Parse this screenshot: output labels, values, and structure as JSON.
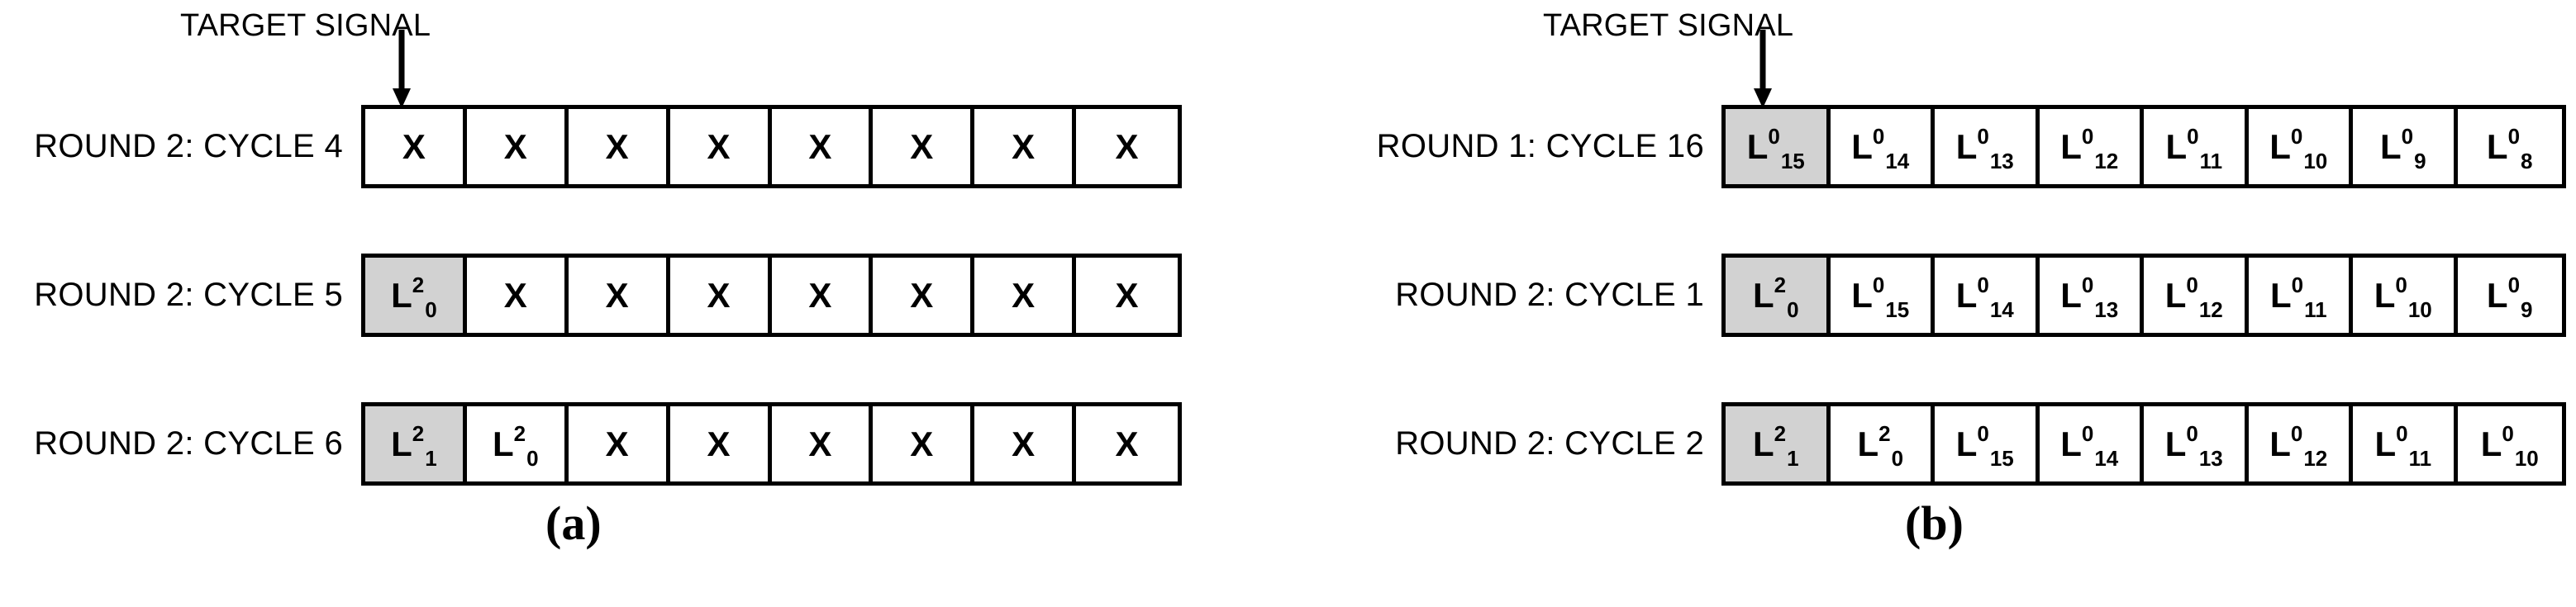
{
  "figure": {
    "panels": [
      {
        "id": "a",
        "caption": "(a)",
        "target_signal": {
          "label": "TARGET SIGNAL",
          "icon": "down-arrow-icon"
        },
        "rows": [
          {
            "label": "ROUND 2: CYCLE 4",
            "cells": [
              {
                "text": "X",
                "shaded": false
              },
              {
                "text": "X",
                "shaded": false
              },
              {
                "text": "X",
                "shaded": false
              },
              {
                "text": "X",
                "shaded": false
              },
              {
                "text": "X",
                "shaded": false
              },
              {
                "text": "X",
                "shaded": false
              },
              {
                "text": "X",
                "shaded": false
              },
              {
                "text": "X",
                "shaded": false
              }
            ]
          },
          {
            "label": "ROUND 2: CYCLE 5",
            "cells": [
              {
                "base": "L",
                "sup": "2",
                "sub": "0",
                "shaded": true
              },
              {
                "text": "X",
                "shaded": false
              },
              {
                "text": "X",
                "shaded": false
              },
              {
                "text": "X",
                "shaded": false
              },
              {
                "text": "X",
                "shaded": false
              },
              {
                "text": "X",
                "shaded": false
              },
              {
                "text": "X",
                "shaded": false
              },
              {
                "text": "X",
                "shaded": false
              }
            ]
          },
          {
            "label": "ROUND 2: CYCLE 6",
            "cells": [
              {
                "base": "L",
                "sup": "2",
                "sub": "1",
                "shaded": true
              },
              {
                "base": "L",
                "sup": "2",
                "sub": "0",
                "shaded": false
              },
              {
                "text": "X",
                "shaded": false
              },
              {
                "text": "X",
                "shaded": false
              },
              {
                "text": "X",
                "shaded": false
              },
              {
                "text": "X",
                "shaded": false
              },
              {
                "text": "X",
                "shaded": false
              },
              {
                "text": "X",
                "shaded": false
              }
            ]
          }
        ]
      },
      {
        "id": "b",
        "caption": "(b)",
        "target_signal": {
          "label": "TARGET SIGNAL",
          "icon": "down-arrow-icon"
        },
        "rows": [
          {
            "label": "ROUND 1: CYCLE 16",
            "cells": [
              {
                "base": "L",
                "sup": "0",
                "sub": "15",
                "shaded": true
              },
              {
                "base": "L",
                "sup": "0",
                "sub": "14",
                "shaded": false
              },
              {
                "base": "L",
                "sup": "0",
                "sub": "13",
                "shaded": false
              },
              {
                "base": "L",
                "sup": "0",
                "sub": "12",
                "shaded": false
              },
              {
                "base": "L",
                "sup": "0",
                "sub": "11",
                "shaded": false
              },
              {
                "base": "L",
                "sup": "0",
                "sub": "10",
                "shaded": false
              },
              {
                "base": "L",
                "sup": "0",
                "sub": "9",
                "shaded": false
              },
              {
                "base": "L",
                "sup": "0",
                "sub": "8",
                "shaded": false
              }
            ]
          },
          {
            "label": "ROUND 2: CYCLE 1",
            "cells": [
              {
                "base": "L",
                "sup": "2",
                "sub": "0",
                "shaded": true
              },
              {
                "base": "L",
                "sup": "0",
                "sub": "15",
                "shaded": false
              },
              {
                "base": "L",
                "sup": "0",
                "sub": "14",
                "shaded": false
              },
              {
                "base": "L",
                "sup": "0",
                "sub": "13",
                "shaded": false
              },
              {
                "base": "L",
                "sup": "0",
                "sub": "12",
                "shaded": false
              },
              {
                "base": "L",
                "sup": "0",
                "sub": "11",
                "shaded": false
              },
              {
                "base": "L",
                "sup": "0",
                "sub": "10",
                "shaded": false
              },
              {
                "base": "L",
                "sup": "0",
                "sub": "9",
                "shaded": false
              }
            ]
          },
          {
            "label": "ROUND 2: CYCLE 2",
            "cells": [
              {
                "base": "L",
                "sup": "2",
                "sub": "1",
                "shaded": true
              },
              {
                "base": "L",
                "sup": "2",
                "sub": "0",
                "shaded": false
              },
              {
                "base": "L",
                "sup": "0",
                "sub": "15",
                "shaded": false
              },
              {
                "base": "L",
                "sup": "0",
                "sub": "14",
                "shaded": false
              },
              {
                "base": "L",
                "sup": "0",
                "sub": "13",
                "shaded": false
              },
              {
                "base": "L",
                "sup": "0",
                "sub": "12",
                "shaded": false
              },
              {
                "base": "L",
                "sup": "0",
                "sub": "11",
                "shaded": false
              },
              {
                "base": "L",
                "sup": "0",
                "sub": "10",
                "shaded": false
              }
            ]
          }
        ]
      }
    ],
    "colors": {
      "shaded_cell": "#d2d2d2",
      "border": "#000000",
      "background": "#ffffff",
      "text": "#000000"
    }
  }
}
